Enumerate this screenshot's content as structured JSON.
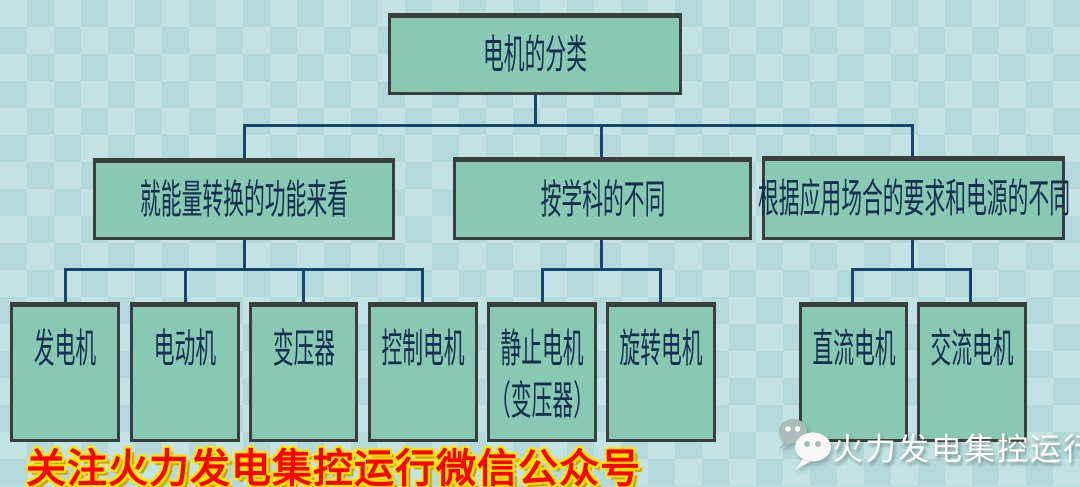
{
  "diagram": {
    "root": {
      "label": "电机的分类"
    },
    "branches": [
      {
        "label": "就能量转换的功能来看",
        "children": [
          {
            "label": "发电机"
          },
          {
            "label": "电动机"
          },
          {
            "label": "变压器"
          },
          {
            "label": "控制电机"
          }
        ]
      },
      {
        "label": "按学科的不同",
        "children": [
          {
            "label": "静止电机",
            "sublabel": "（变压器）"
          },
          {
            "label": "旋转电机"
          }
        ]
      },
      {
        "label": "根据应用场合的要求和电源的不同",
        "children": [
          {
            "label": "直流电机"
          },
          {
            "label": "交流电机"
          }
        ]
      }
    ]
  },
  "banner": {
    "text": "关注火力发电集控运行微信公众号"
  },
  "watermark": {
    "icon": "wechat-icon",
    "text": "火力发电集控运行"
  },
  "colors": {
    "background": "#bcdedf",
    "node_fill": "#89c8b3",
    "node_border": "#3a3f3d",
    "connector": "#17456e",
    "node_text": "#13304e",
    "banner_text": "#fe0000",
    "banner_outline": "#ffe600",
    "watermark_text": "#fbfbfb"
  }
}
